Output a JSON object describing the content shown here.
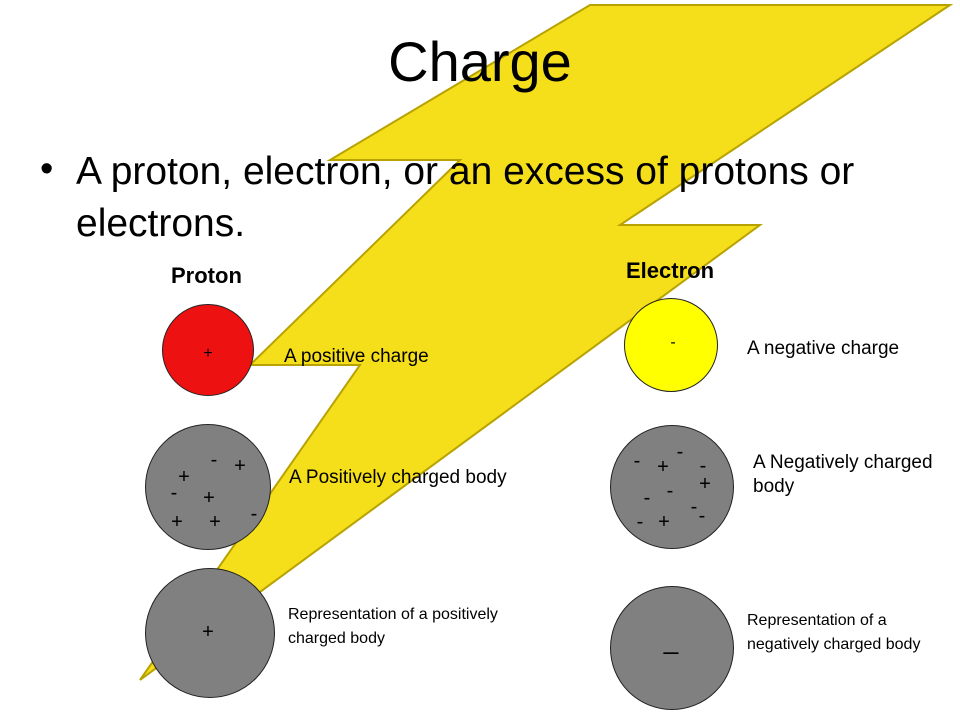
{
  "slide": {
    "title": "Charge",
    "bullet": "A proton, electron, or an excess of protons or electrons."
  },
  "proton": {
    "heading": "Proton",
    "single": {
      "sign": "+",
      "label": "A positive charge",
      "color": "#ee1111"
    },
    "body": {
      "label": "A Positively charged body",
      "color": "#808080",
      "signs": [
        "-",
        "+",
        "+",
        "-",
        "+",
        "+",
        "+",
        "-"
      ]
    },
    "representation": {
      "sign": "+",
      "label": "Representation of a positively charged body",
      "color": "#808080"
    }
  },
  "electron": {
    "heading": "Electron",
    "single": {
      "sign": "-",
      "label": "A negative charge",
      "color": "#ffff00"
    },
    "body": {
      "label": "A Negatively charged body",
      "color": "#808080",
      "signs": [
        "-",
        "-",
        "+",
        "-",
        "+",
        "-",
        "-",
        "-",
        "-",
        "-",
        "+"
      ]
    },
    "representation": {
      "sign": "_",
      "label": "Representation of a negatively charged body",
      "color": "#808080"
    }
  },
  "colors": {
    "bolt_fill": "#f5de1a",
    "bolt_stroke": "#b8a200"
  }
}
